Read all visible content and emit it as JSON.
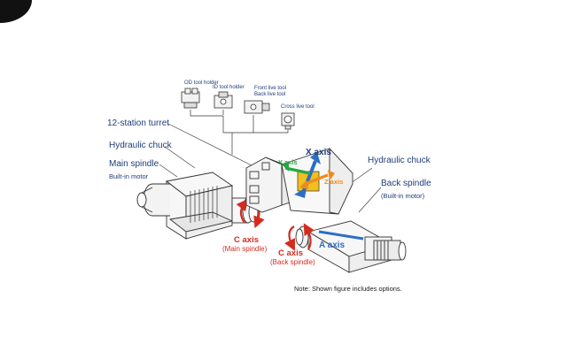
{
  "tools": {
    "od_tool_holder": "OD tool holder",
    "id_tool_holder": "ID tool holder",
    "front_live_tool": "Front live tool",
    "back_live_tool": "Back live tool",
    "cross_live_tool": "Cross live tool"
  },
  "left_labels": {
    "turret": "12-station turret",
    "hydraulic_chuck": "Hydraulic chuck",
    "main_spindle": "Main spindle",
    "builtin_motor": "Built-in motor"
  },
  "right_labels": {
    "hydraulic_chuck": "Hydraulic chuck",
    "back_spindle": "Back spindle",
    "builtin_motor": "(Built-in motor)"
  },
  "axes": {
    "x": "X axis",
    "y": "Y axis",
    "z": "Z axis",
    "a": "A axis",
    "c_main": "C axis",
    "c_main_sub": "(Main spindle)",
    "c_back": "C axis",
    "c_back_sub": "(Back spindle)"
  },
  "note": "Note: Shown figure includes options.",
  "colors": {
    "label_blue": "#1f3d7a",
    "axis_red": "#d52b1e",
    "axis_blue": "#2a6fc4",
    "axis_green": "#27a744",
    "axis_orange": "#f08a1c",
    "machine_line": "#333333"
  }
}
